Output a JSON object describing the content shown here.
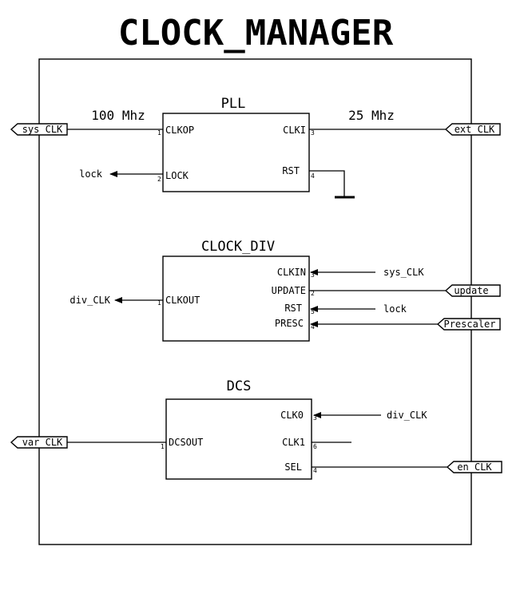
{
  "title": "CLOCK_MANAGER",
  "pll": {
    "name": "PLL",
    "pins": {
      "clkop": {
        "label": "CLKOP",
        "num": "1"
      },
      "lock": {
        "label": "LOCK",
        "num": "2"
      },
      "clki": {
        "label": "CLKI",
        "num": "3"
      },
      "rst": {
        "label": "RST",
        "num": "4"
      }
    },
    "freq_out": "100 Mhz",
    "freq_in": "25 Mhz"
  },
  "clock_div": {
    "name": "CLOCK_DIV",
    "pins": {
      "clkin": {
        "label": "CLKIN",
        "num": "3"
      },
      "update": {
        "label": "UPDATE",
        "num": "2"
      },
      "rst": {
        "label": "RST",
        "num": "5"
      },
      "presc": {
        "label": "PRESC",
        "num": "4"
      },
      "clkout": {
        "label": "CLKOUT",
        "num": "1"
      }
    }
  },
  "dcs": {
    "name": "DCS",
    "pins": {
      "clk0": {
        "label": "CLK0",
        "num": "3"
      },
      "clk1": {
        "label": "CLK1",
        "num": "6"
      },
      "sel": {
        "label": "SEL",
        "num": "4"
      },
      "dcsout": {
        "label": "DCSOUT",
        "num": "1"
      }
    }
  },
  "ports": {
    "sys_clk": "sys_CLK",
    "ext_clk": "ext_CLK",
    "update": "update",
    "prescaler": "Prescaler",
    "var_clk": "var_CLK",
    "en_clk": "en_CLK"
  },
  "nets": {
    "lock_out": "lock",
    "sys_clk_in": "sys_CLK",
    "lock_in": "lock",
    "div_clk_out": "div_CLK",
    "div_clk_in": "div_CLK"
  }
}
